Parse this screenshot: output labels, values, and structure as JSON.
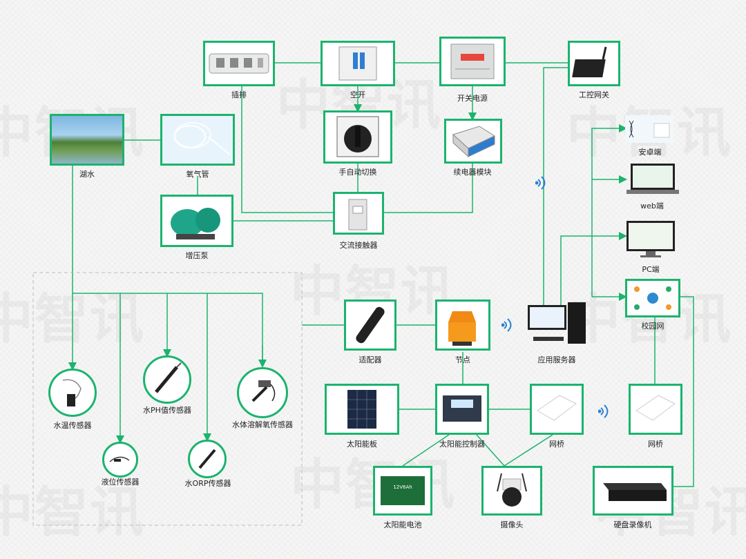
{
  "watermark": "中智讯",
  "labels": {
    "power_strip": "插排",
    "air_switch": "空开",
    "switch_power": "开关电源",
    "gateway": "工控网关",
    "lake": "湖水",
    "oxygen_tube": "氧气管",
    "manual_auto_switch": "手自动切换",
    "relay_module": "续电器模块",
    "android": "安卓端",
    "web": "web端",
    "booster_pump": "增压泵",
    "ac_contactor": "交流接触器",
    "pc": "PC端",
    "adapter": "适配器",
    "node": "节点",
    "app_server": "应用服务器",
    "campus_net": "校园网",
    "water_temp": "水温传感器",
    "ph_sensor": "水PH值传感器",
    "do_sensor": "水体溶解氧传感器",
    "level_sensor": "液位传感器",
    "orp_sensor": "水ORP传感器",
    "solar_panel": "太阳能板",
    "solar_controller": "太阳能控制器",
    "bridge1": "网桥",
    "bridge2": "网桥",
    "battery": "太阳能电池",
    "camera": "摄像头",
    "nvr": "硬盘录像机",
    "battery_text": "12V6Ah"
  },
  "colors": {
    "accent": "#1bb36e",
    "line": "#1bb36e",
    "frame": "#bbbbbb",
    "wifi": "#2a7fd4"
  }
}
